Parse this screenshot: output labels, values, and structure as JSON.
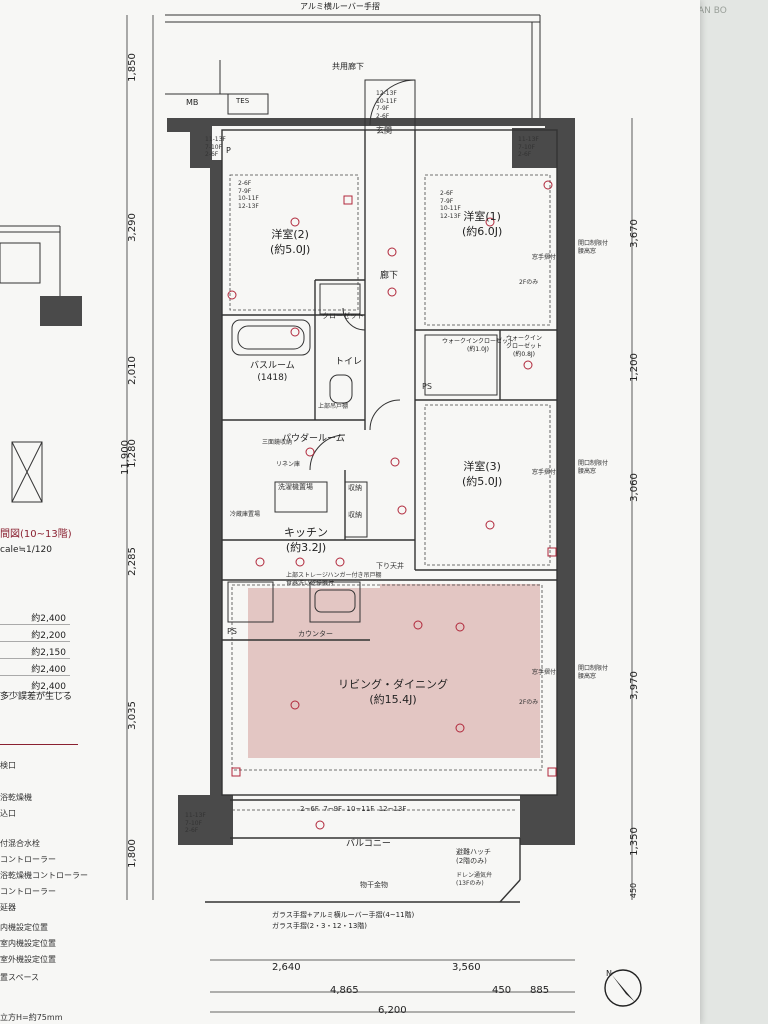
{
  "top_labels": {
    "rail_top": "アルミ横ルーバー手摺",
    "common_corridor": "共用廊下",
    "mb": "MB",
    "tes": "TES",
    "pb": "P"
  },
  "rooms": {
    "western2": {
      "name": "洋室(2)",
      "size": "(約5.0J)"
    },
    "western1": {
      "name": "洋室(1)",
      "size": "(約6.0J)"
    },
    "western3": {
      "name": "洋室(3)",
      "size": "(約5.0J)"
    },
    "hallway": "廊下",
    "entrance": "玄関",
    "closet": "クローゼット",
    "toilet": "トイレ",
    "bathroom": {
      "name": "バスルーム",
      "size": "(1418)"
    },
    "powder": "パウダールーム",
    "wic1": {
      "name": "ウォークインクローゼット",
      "size": "(約1.0J)"
    },
    "wic2": {
      "name": "ウォークイン\nクローゼット",
      "size": "(約0.8J)"
    },
    "kitchen": {
      "name": "キッチン",
      "size": "(約3.2J)"
    },
    "living": {
      "name": "リビング・ダイニング",
      "size": "(約15.4J)"
    },
    "balcony": "バルコニー"
  },
  "fixtures": {
    "counter": "カウンター",
    "storage": "収納",
    "linen": "リネン庫",
    "washer": "洗濯機置場",
    "fridge": "冷蔵庫置場",
    "shelf_upper": "上部吊戸棚",
    "ceiling_drop": "下り天井",
    "kitchen_note": "上部ストレージハンガー付き吊戸棚\n食器洗い乾燥機付",
    "triple_mirror": "三面鏡収納",
    "ps": "PS",
    "drying": "物干金物",
    "escape_hatch": "避難ハッチ\n(2階のみ)",
    "drain": "ドレン通気弁\n(13Fのみ)",
    "two_f_only": "2Fのみ",
    "window_note": "窓手摺付",
    "shutter_note": "開口制限付\n腰高窓"
  },
  "floor_lists": {
    "a": [
      "12-13F",
      "10-11F",
      "7-9F",
      "2-6F"
    ],
    "b": [
      "11-13F",
      "7-10F",
      "2-6F"
    ],
    "balcony_row": [
      "2~6F",
      "7~9F",
      "10~11F",
      "12~13F"
    ]
  },
  "bottom_labels": {
    "rail1": "ガラス手摺+アルミ横ルーバー手摺(4~11階)",
    "rail2": "ガラス手摺(2・3・12・13階)"
  },
  "dims_left": [
    "1,850",
    "3,290",
    "2,010",
    "1,280",
    "2,285",
    "3,035",
    "1,800"
  ],
  "dim_total": "11,900",
  "dims_right": [
    "3,670",
    "1,200",
    "3,060",
    "3,970",
    "1,350",
    "450"
  ],
  "dims_bottom": {
    "row1": [
      "2,640",
      "3,560"
    ],
    "row2": [
      "4,865",
      "450",
      "885"
    ],
    "total": "6,200"
  },
  "left_panel": {
    "caption1": "間図(10~13階)",
    "caption2": "cale≒1/120",
    "heights": [
      "約2,400",
      "約2,200",
      "約2,150",
      "約2,400",
      "約2,400"
    ],
    "note": "多少誤差が生じる",
    "legend": [
      "検口",
      "浴乾燥機",
      "込口",
      "付混合水栓",
      "コントローラー",
      "浴乾燥機コントローラー",
      "コントローラー",
      "延器",
      "内機設定位置",
      "室内機設定位置",
      "室外機設定位置",
      "置スペース",
      "立方H=約75mm"
    ]
  },
  "compass": "N",
  "colors": {
    "wall": "#4a4a4a",
    "red": "#b0273a",
    "living": "#e3c6c3",
    "line": "#333333"
  }
}
